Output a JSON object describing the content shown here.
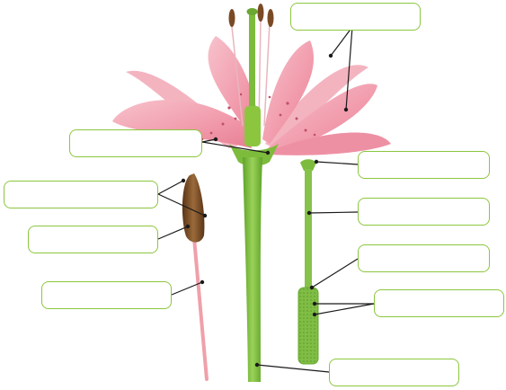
{
  "diagram": {
    "title": "",
    "labels": [
      {
        "id": "petal",
        "text": ""
      },
      {
        "id": "sepal-receptacle",
        "text": ""
      },
      {
        "id": "stigma",
        "text": ""
      },
      {
        "id": "style",
        "text": ""
      },
      {
        "id": "pistil-base",
        "text": ""
      },
      {
        "id": "ovary",
        "text": ""
      },
      {
        "id": "stalk",
        "text": ""
      },
      {
        "id": "anther",
        "text": ""
      },
      {
        "id": "pollen",
        "text": ""
      },
      {
        "id": "filament",
        "text": ""
      }
    ],
    "colors": {
      "label_border": "#8cc63f",
      "leader_line": "#1a1a1a",
      "petal": "#f2a7b4",
      "stem": "#7dbb3c",
      "anther": "#7a4a25",
      "filament": "#f0a0aa"
    }
  }
}
